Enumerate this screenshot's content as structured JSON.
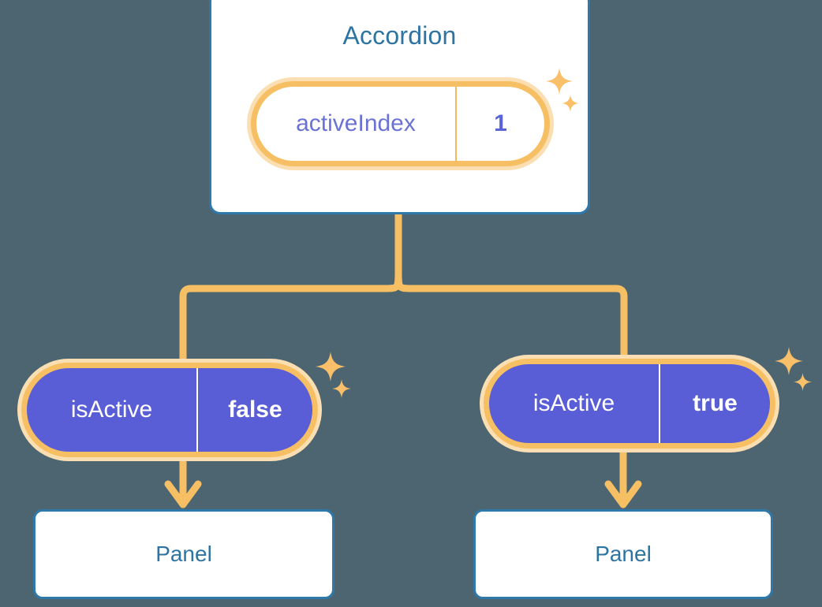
{
  "diagram": {
    "title_semantic": "accordion-component-state-tree",
    "background_color": "#4c6570",
    "accent_amber": "#f7bf63",
    "accent_amber_soft": "#fbdfb2",
    "accent_blue": "#2e79ab",
    "accent_purple": "#5a5ed6",
    "text_blue": "#2e74a2",
    "text_periwinkle": "#6a72d6"
  },
  "parent": {
    "label": "Accordion",
    "state": {
      "key": "activeIndex",
      "value": "1"
    }
  },
  "children": [
    {
      "state": {
        "key": "isActive",
        "value": "false"
      },
      "panel_label": "Panel"
    },
    {
      "state": {
        "key": "isActive",
        "value": "true"
      },
      "panel_label": "Panel"
    }
  ],
  "icons": {
    "sparkle_large": "sparkle-four-point-icon",
    "sparkle_small": "sparkle-four-point-small-icon",
    "arrow": "arrow-down-icon"
  }
}
